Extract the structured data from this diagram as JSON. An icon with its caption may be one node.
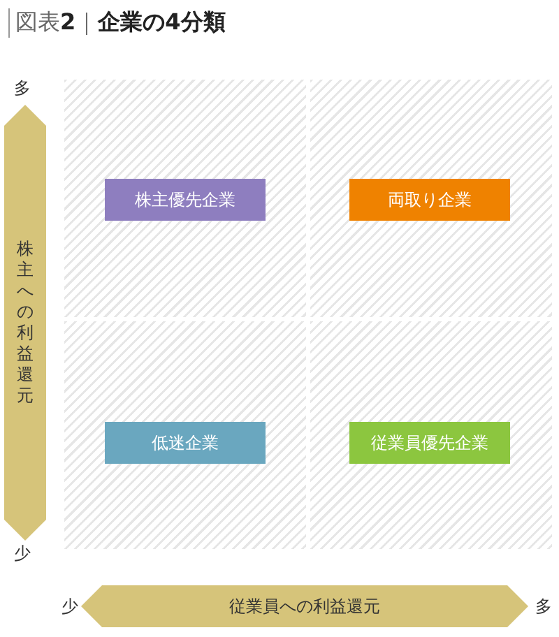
{
  "diagram": {
    "title": "図表**2**｜**企業の4分類**",
    "nodes": [
      {
        "text": [
          "株主への利益還元"
        ]
      },
      {
        "text": [
          "株主優先企業"
        ]
      },
      {
        "text": [
          "両取り企業"
        ]
      },
      {
        "text": [
          "低迷企業"
        ]
      },
      {
        "text": [
          "従業員優先企業"
        ]
      },
      {
        "text": [
          "従業員への利益還元"
        ]
      }
    ],
    "labels": [
      "多",
      "少",
      "少",
      "多"
    ]
  }
}
